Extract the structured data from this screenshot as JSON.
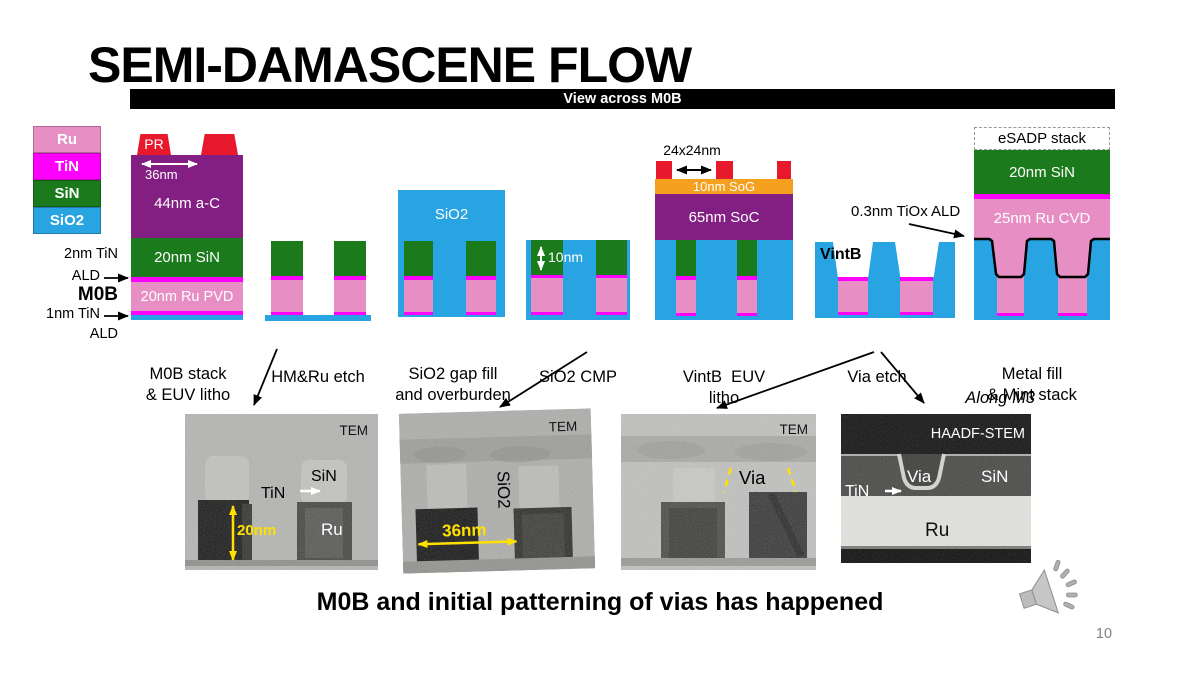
{
  "slide": {
    "title": "SEMI-DAMASCENE FLOW",
    "banner_label": "View across M0B",
    "bottom_caption": "M0B and initial patterning of vias has happened",
    "page_number": "10",
    "along_m3": "Along M3"
  },
  "colors": {
    "ru-pink": "#E78FC5",
    "tin-magenta": "#FF00FF",
    "sin-green": "#1B7A1B",
    "sio2-blue": "#29A4E2",
    "ac-purple": "#831F82",
    "pr-red": "#E8192C",
    "sog-orange": "#F5A01E",
    "annotation-yellow": "#FFE100"
  },
  "legend": [
    {
      "label": "Ru"
    },
    {
      "label": "TiN"
    },
    {
      "label": "SiN"
    },
    {
      "label": "SiO2"
    }
  ],
  "left_annotations": {
    "tin2": "2nm TiN",
    "ald_top": "ALD",
    "m0b": "M0B",
    "tin1": "1nm TiN",
    "ald_bottom": "ALD"
  },
  "steps": {
    "s1": {
      "pr": "PR",
      "cd": "36nm",
      "layer_ac": "44nm a-C",
      "layer_sin": "20nm SiN",
      "layer_ru": "20nm Ru PVD",
      "caption": [
        "M0B stack",
        "& EUV litho"
      ]
    },
    "s2": {
      "caption": [
        "HM&Ru etch"
      ]
    },
    "s3": {
      "fill_label": "SiO2",
      "caption": [
        "SiO2 gap fill",
        "and overburden"
      ]
    },
    "s4": {
      "depth": "10nm",
      "caption": [
        "SiO2 CMP"
      ]
    },
    "s5": {
      "cd": "24x24nm",
      "layer_sog": "10nm SoG",
      "layer_soc": "65nm SoC",
      "caption": [
        "VintB  EUV",
        "litho"
      ]
    },
    "s6": {
      "label": "VintB",
      "annotation": "0.3nm TiOx ALD",
      "caption": [
        "Via etch"
      ]
    },
    "s7": {
      "header": "eSADP stack",
      "layer_sin": "20nm SiN",
      "layer_ru": "25nm Ru CVD",
      "caption": [
        "Metal fill",
        "& Mint stack"
      ]
    }
  },
  "tem": {
    "t1": {
      "technique": "TEM",
      "label_tin": "TiN",
      "label_sin": "SiN",
      "label_size": "20nm",
      "label_ru": "Ru"
    },
    "t2": {
      "technique": "TEM",
      "label_sio2": "SiO2",
      "label_size": "36nm"
    },
    "t3": {
      "technique": "TEM",
      "label_via": "Via"
    },
    "t4": {
      "technique": "HAADF-STEM",
      "label_tin": "TiN",
      "label_via": "Via",
      "label_sin": "SiN",
      "label_ru": "Ru"
    }
  }
}
